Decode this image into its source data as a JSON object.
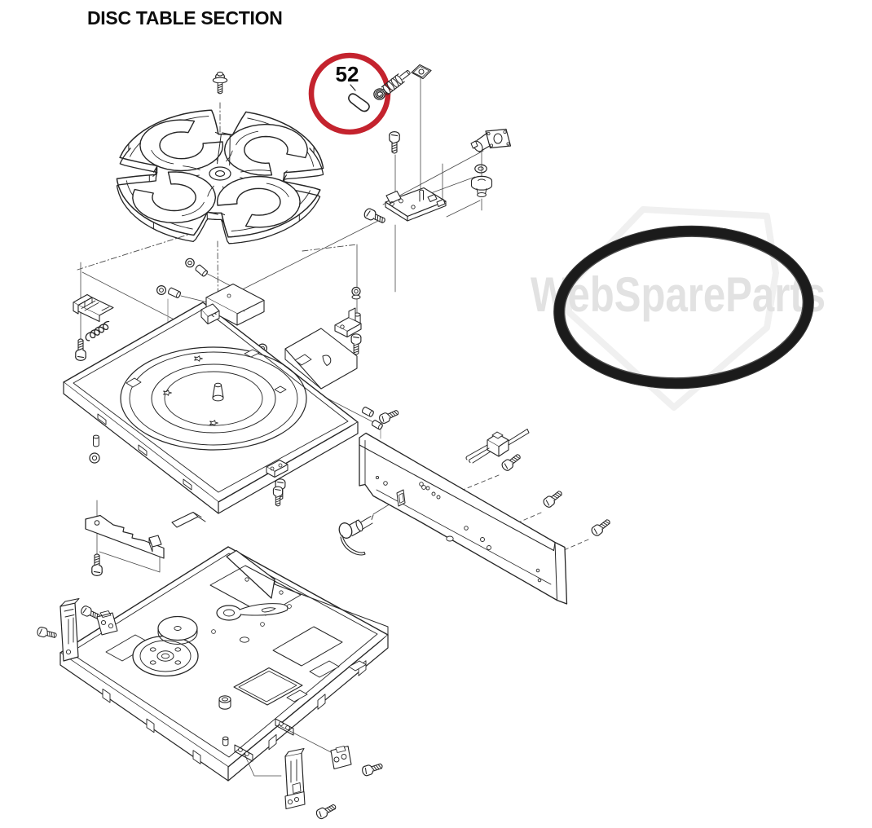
{
  "title": "DISC TABLE SECTION",
  "callout": {
    "part_number": "52"
  },
  "watermark": {
    "text": "WebSpareParts"
  },
  "colors": {
    "background": "#ffffff",
    "line_art": "#2e2e2e",
    "callout_red": "#c4232e",
    "belt_black": "#1b1b1b",
    "watermark_gray": "#e2e2e2",
    "watermark_gray_light": "#f0f0f0"
  },
  "figure": {
    "kind": "exploded-view parts diagram",
    "subject": "disc table mechanism with drive belt photo"
  }
}
